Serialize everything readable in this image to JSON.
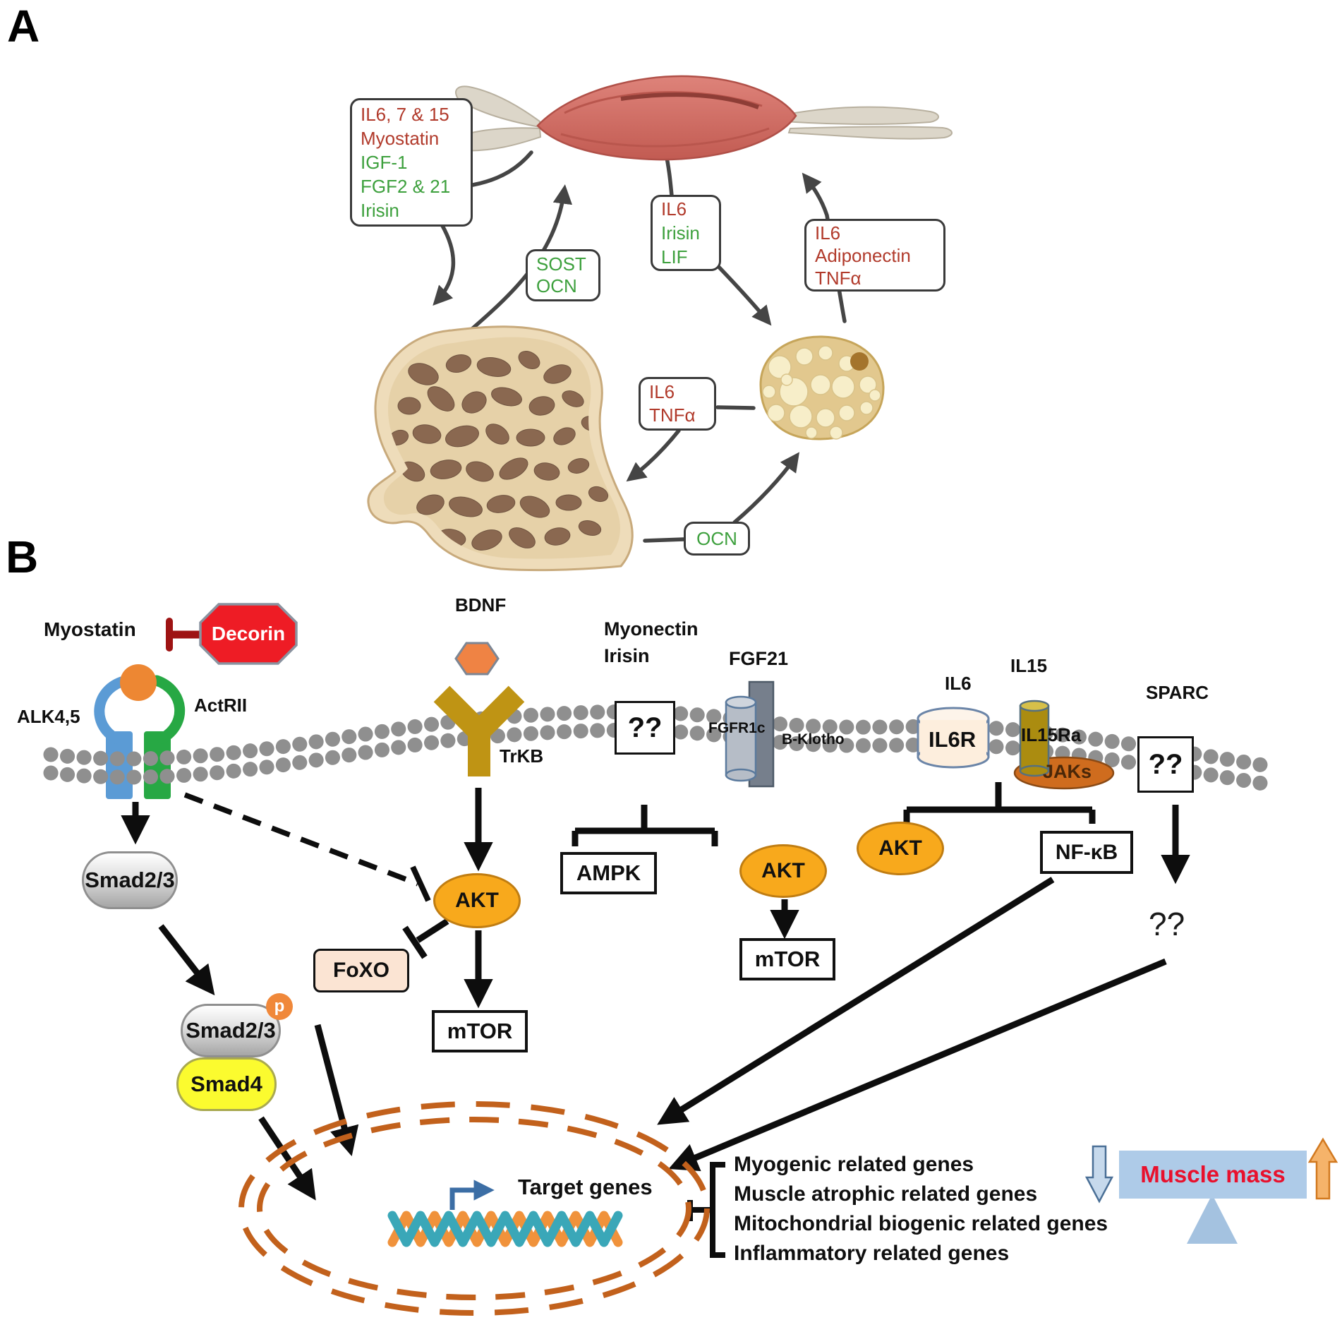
{
  "figure": {
    "panel_a": {
      "label": "A",
      "muscle_secretome_box": [
        "IL6, 7 & 15",
        "Myostatin",
        "IGF-1",
        "FGF2 & 21",
        "Irisin"
      ],
      "bone_muscle_box": [
        "SOST",
        "OCN"
      ],
      "muscle_fat_box": [
        "IL6",
        "Irisin",
        "LIF"
      ],
      "fat_muscle_box": [
        "IL6",
        "Adiponectin",
        "TNFα"
      ],
      "fat_bone_box": [
        "IL6",
        "TNFα"
      ],
      "bone_fat_box": [
        "OCN"
      ]
    },
    "panel_b": {
      "label": "B",
      "myostatin": "Myostatin",
      "decorin": "Decorin",
      "alk45": "ALK4,5",
      "actrii": "ActRII",
      "bdnf": "BDNF",
      "trkb": "TrKB",
      "myonectin": "Myonectin",
      "irisin": "Irisin",
      "unknown_receptor_1": "??",
      "fgf21": "FGF21",
      "fgfr1c": "FGFR1c",
      "bklotho": "B-Klotho",
      "il6": "IL6",
      "il6r": "IL6R",
      "il15": "IL15",
      "il15ra": "IL15Ra",
      "jaks": "JAKs",
      "sparc": "SPARC",
      "unknown_receptor_2": "??",
      "unknown_mediator": "??",
      "smad23_upper": "Smad2/3",
      "smad23_phospho": "Smad2/3",
      "phospho": "p",
      "smad4": "Smad4",
      "foxo": "FoXO",
      "akt_1": "AKT",
      "akt_2": "AKT",
      "akt_3": "AKT",
      "mtor_1": "mTOR",
      "mtor_2": "mTOR",
      "ampk": "AMPK",
      "nfkb": "NF-κB",
      "target_genes": "Target genes",
      "gene_list": [
        "Myogenic related genes",
        "Muscle atrophic related genes",
        "Mitochondrial biogenic related genes",
        "Inflammatory related genes"
      ],
      "muscle_mass": "Muscle mass"
    },
    "colors": {
      "catabolic_red_text": "#b13a2b",
      "anabolic_green_text": "#3da03d",
      "decorin_red": "#ee1c25",
      "akt_orange": "#f8a91c",
      "smad4_yellow": "#fbfb2f",
      "nucleus_orange": "#c2611c",
      "muscle_mass_panel_blue": "#aecbe8",
      "muscle_mass_text_red": "#e8112d"
    }
  }
}
